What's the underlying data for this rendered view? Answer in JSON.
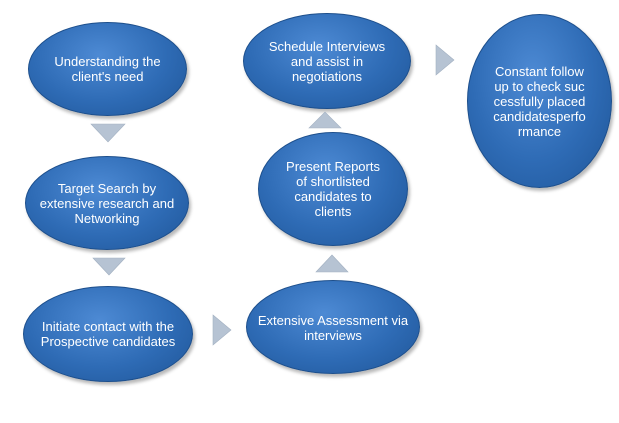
{
  "colors": {
    "node_fill": "#2e6bb5",
    "node_border": "#1d4f8c",
    "arrow_fill": "#b6c3d3",
    "text": "#ffffff"
  },
  "nodes": [
    {
      "id": "understanding-need",
      "label": "Understanding the client's need"
    },
    {
      "id": "target-search",
      "label": "Target Search by extensive research and Networking"
    },
    {
      "id": "initiate-contact",
      "label": "Initiate contact with the Prospective candidates"
    },
    {
      "id": "extensive-assessment",
      "label": "Extensive Assessment via interviews"
    },
    {
      "id": "present-reports",
      "label": "Present Reports of shortlisted candidates to clients"
    },
    {
      "id": "schedule-interviews",
      "label": "Schedule Interviews and assist in negotiations"
    },
    {
      "id": "constant-follow-up",
      "label": "Constant follow up to check successfully placed candidatesperformance"
    }
  ],
  "arrows": [
    {
      "from": "understanding-need",
      "to": "target-search",
      "direction": "down"
    },
    {
      "from": "target-search",
      "to": "initiate-contact",
      "direction": "down"
    },
    {
      "from": "initiate-contact",
      "to": "extensive-assessment",
      "direction": "right"
    },
    {
      "from": "extensive-assessment",
      "to": "present-reports",
      "direction": "up"
    },
    {
      "from": "present-reports",
      "to": "schedule-interviews",
      "direction": "up"
    },
    {
      "from": "schedule-interviews",
      "to": "constant-follow-up",
      "direction": "right"
    }
  ]
}
